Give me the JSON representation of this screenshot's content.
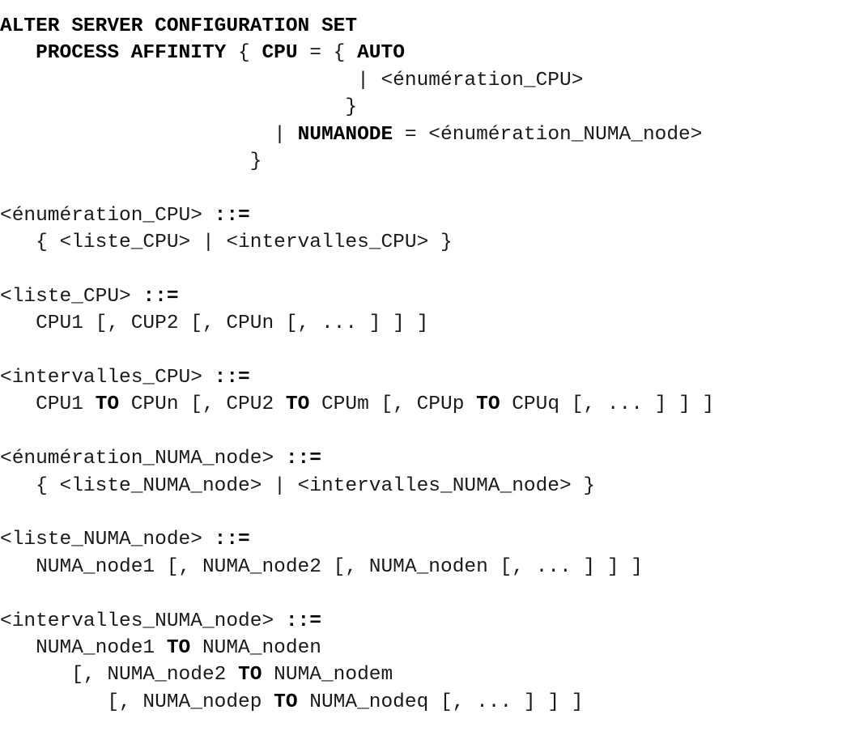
{
  "lines": [
    [
      {
        "t": "ALTER SERVER CONFIGURATION SET",
        "b": true
      }
    ],
    [
      {
        "t": "   ",
        "b": false
      },
      {
        "t": "PROCESS AFFINITY",
        "b": true
      },
      {
        "t": " { ",
        "b": false
      },
      {
        "t": "CPU",
        "b": true
      },
      {
        "t": " = { ",
        "b": false
      },
      {
        "t": "AUTO",
        "b": true
      }
    ],
    [
      {
        "t": "                              | <énumération_CPU>",
        "b": false
      }
    ],
    [
      {
        "t": "                             }",
        "b": false
      }
    ],
    [
      {
        "t": "                       | ",
        "b": false
      },
      {
        "t": "NUMANODE",
        "b": true
      },
      {
        "t": " = <énumération_NUMA_node>",
        "b": false
      }
    ],
    [
      {
        "t": "                     }",
        "b": false
      }
    ],
    [
      {
        "t": "",
        "b": false
      }
    ],
    [
      {
        "t": "<énumération_CPU> ",
        "b": false
      },
      {
        "t": "::=",
        "b": true
      }
    ],
    [
      {
        "t": "   { <liste_CPU> | <intervalles_CPU> }",
        "b": false
      }
    ],
    [
      {
        "t": "",
        "b": false
      }
    ],
    [
      {
        "t": "<liste_CPU> ",
        "b": false
      },
      {
        "t": "::=",
        "b": true
      }
    ],
    [
      {
        "t": "   CPU1 [, CUP2 [, CPUn [, ... ] ] ]",
        "b": false
      }
    ],
    [
      {
        "t": "",
        "b": false
      }
    ],
    [
      {
        "t": "<intervalles_CPU> ",
        "b": false
      },
      {
        "t": "::=",
        "b": true
      }
    ],
    [
      {
        "t": "   CPU1 ",
        "b": false
      },
      {
        "t": "TO",
        "b": true
      },
      {
        "t": " CPUn [, CPU2 ",
        "b": false
      },
      {
        "t": "TO",
        "b": true
      },
      {
        "t": " CPUm [, CPUp ",
        "b": false
      },
      {
        "t": "TO",
        "b": true
      },
      {
        "t": " CPUq [, ... ] ] ]",
        "b": false
      }
    ],
    [
      {
        "t": "",
        "b": false
      }
    ],
    [
      {
        "t": "<énumération_NUMA_node> ",
        "b": false
      },
      {
        "t": "::=",
        "b": true
      }
    ],
    [
      {
        "t": "   { <liste_NUMA_node> | <intervalles_NUMA_node> }",
        "b": false
      }
    ],
    [
      {
        "t": "",
        "b": false
      }
    ],
    [
      {
        "t": "<liste_NUMA_node> ",
        "b": false
      },
      {
        "t": "::=",
        "b": true
      }
    ],
    [
      {
        "t": "   NUMA_node1 [, NUMA_node2 [, NUMA_noden [, ... ] ] ]",
        "b": false
      }
    ],
    [
      {
        "t": "",
        "b": false
      }
    ],
    [
      {
        "t": "<intervalles_NUMA_node> ",
        "b": false
      },
      {
        "t": "::=",
        "b": true
      }
    ],
    [
      {
        "t": "   NUMA_node1 ",
        "b": false
      },
      {
        "t": "TO",
        "b": true
      },
      {
        "t": " NUMA_noden",
        "b": false
      }
    ],
    [
      {
        "t": "      [, NUMA_node2 ",
        "b": false
      },
      {
        "t": "TO",
        "b": true
      },
      {
        "t": " NUMA_nodem",
        "b": false
      }
    ],
    [
      {
        "t": "         [, NUMA_nodep ",
        "b": false
      },
      {
        "t": "TO",
        "b": true
      },
      {
        "t": " NUMA_nodeq [, ... ] ] ]",
        "b": false
      }
    ]
  ]
}
